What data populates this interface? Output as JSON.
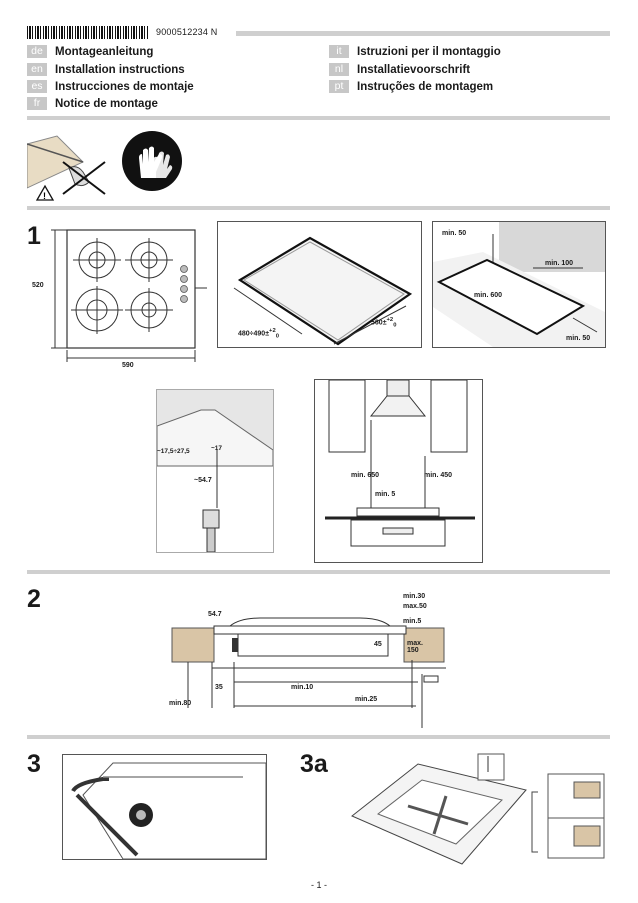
{
  "header": {
    "doc_number": "9000512234   N"
  },
  "languages_left": [
    {
      "code": "de",
      "title": "Montageanleitung"
    },
    {
      "code": "en",
      "title": "Installation instructions"
    },
    {
      "code": "es",
      "title": "Instrucciones de montaje"
    },
    {
      "code": "fr",
      "title": "Notice de montage"
    }
  ],
  "languages_right": [
    {
      "code": "it",
      "title": "Istruzioni per il montaggio"
    },
    {
      "code": "nl",
      "title": "Installatievoorschrift"
    },
    {
      "code": "pt",
      "title": "Instruções de montagem"
    }
  ],
  "steps": {
    "s1": "1",
    "s2": "2",
    "s3": "3",
    "s3a": "3a"
  },
  "fig1": {
    "height": "520",
    "width": "590",
    "cut_depth": "480÷490",
    "cut_width": "560",
    "tol": "+2",
    "tol0": "0",
    "min50_top": "min. 50",
    "min100": "min. 100",
    "min600": "min. 600",
    "min50_right": "min. 50",
    "edge1": "~17,5÷27,5",
    "edge2": "~17",
    "hood_dist": "~54.7",
    "min650": "min. 650",
    "min450": "min. 450",
    "min5": "min. 5"
  },
  "fig2": {
    "d547": "54.7",
    "min30": "min.30",
    "max50": "max.50",
    "min5": "min.5",
    "d45": "45",
    "max150": "max.",
    "max150b": "150",
    "d35": "35",
    "min10": "min.10",
    "min80": "min.80",
    "min25": "min.25"
  },
  "footer": {
    "page": "- 1 -"
  }
}
